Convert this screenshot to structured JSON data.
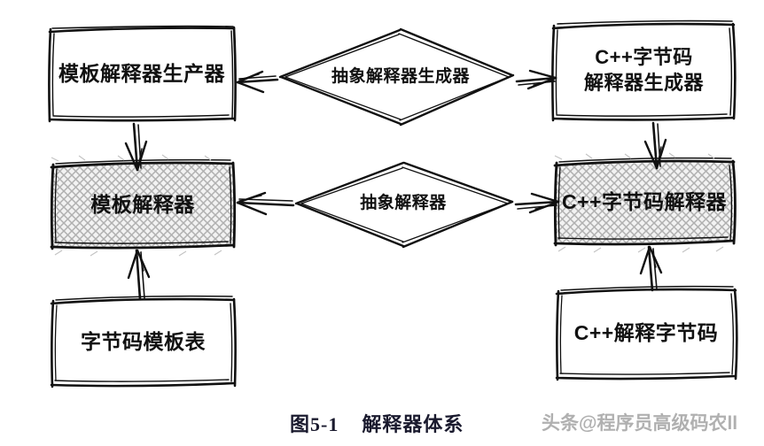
{
  "figure": {
    "caption": "图5-1    解释器体系",
    "watermark": "头条@程序员高级码农ll",
    "style": {
      "stroke_color": "#111111",
      "fill_plain": "#ffffff",
      "fill_hatched": "#e8e8e8",
      "hatch_color": "#b9b9b9",
      "background": "#ffffff",
      "caption_color": "#1a1a2e",
      "watermark_color": "#9a9a9a"
    }
  },
  "nodes": {
    "template_interpreter_producer": {
      "label": "模板解释器生产器",
      "shape": "rectangle",
      "fill": "plain"
    },
    "abstract_interpreter_generator": {
      "label": "抽象解释器生成器",
      "shape": "diamond",
      "fill": "plain"
    },
    "cpp_bytecode_interpreter_generator": {
      "label_line1": "C++字节码",
      "label_line2": "解释器生成器",
      "shape": "rectangle",
      "fill": "plain"
    },
    "template_interpreter": {
      "label": "模板解释器",
      "shape": "rectangle",
      "fill": "hatched"
    },
    "abstract_interpreter": {
      "label": "抽象解释器",
      "shape": "diamond",
      "fill": "plain"
    },
    "cpp_bytecode_interpreter": {
      "label": "C++字节码解释器",
      "shape": "rectangle",
      "fill": "hatched"
    },
    "bytecode_template_table": {
      "label": "字节码模板表",
      "shape": "rectangle",
      "fill": "plain"
    },
    "cpp_interpret_bytecode": {
      "label": "C++解释字节码",
      "shape": "rectangle",
      "fill": "plain"
    }
  },
  "edges": [
    {
      "name": "generator-to-template-producer",
      "from": "abstract_interpreter_generator",
      "to": "template_interpreter_producer",
      "direction": "left"
    },
    {
      "name": "generator-to-cpp-generator",
      "from": "abstract_interpreter_generator",
      "to": "cpp_bytecode_interpreter_generator",
      "direction": "right"
    },
    {
      "name": "template-producer-to-template-interpreter",
      "from": "template_interpreter_producer",
      "to": "template_interpreter",
      "direction": "down"
    },
    {
      "name": "cpp-generator-to-cpp-interpreter",
      "from": "cpp_bytecode_interpreter_generator",
      "to": "cpp_bytecode_interpreter",
      "direction": "down"
    },
    {
      "name": "abstract-interpreter-to-template-interpreter",
      "from": "abstract_interpreter",
      "to": "template_interpreter",
      "direction": "left"
    },
    {
      "name": "abstract-interpreter-to-cpp-interpreter",
      "from": "abstract_interpreter",
      "to": "cpp_bytecode_interpreter",
      "direction": "right"
    },
    {
      "name": "template-table-to-template-interpreter",
      "from": "bytecode_template_table",
      "to": "template_interpreter",
      "direction": "up"
    },
    {
      "name": "cpp-bytecode-to-cpp-interpreter",
      "from": "cpp_interpret_bytecode",
      "to": "cpp_bytecode_interpreter",
      "direction": "up"
    }
  ]
}
